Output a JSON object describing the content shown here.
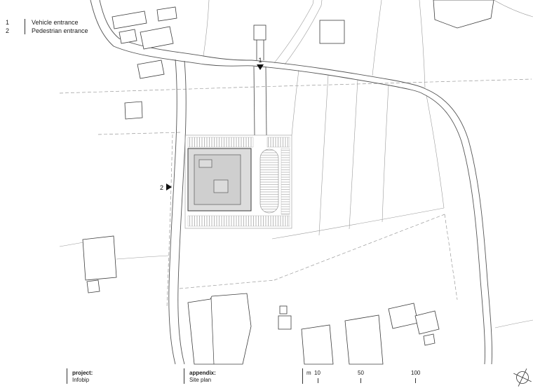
{
  "legend": {
    "items": [
      {
        "num": "1",
        "label": "Vehicle entrance"
      },
      {
        "num": "2",
        "label": "Pedestrian entrance"
      }
    ]
  },
  "plan": {
    "marker_vehicle": "1",
    "marker_pedestrian": "2"
  },
  "footer": {
    "project_label": "project:",
    "project_value": "Infobip",
    "appendix_label": "appendix:",
    "appendix_value": "Site plan",
    "scale_unit": "m",
    "scale_marks": [
      "10",
      "50",
      "100"
    ]
  },
  "colors": {
    "building_fill": "#dcdcdc",
    "building_inner_fill": "#cfcfcf",
    "line_dark": "#3c3c3c",
    "line_light": "#9a9a9a"
  }
}
